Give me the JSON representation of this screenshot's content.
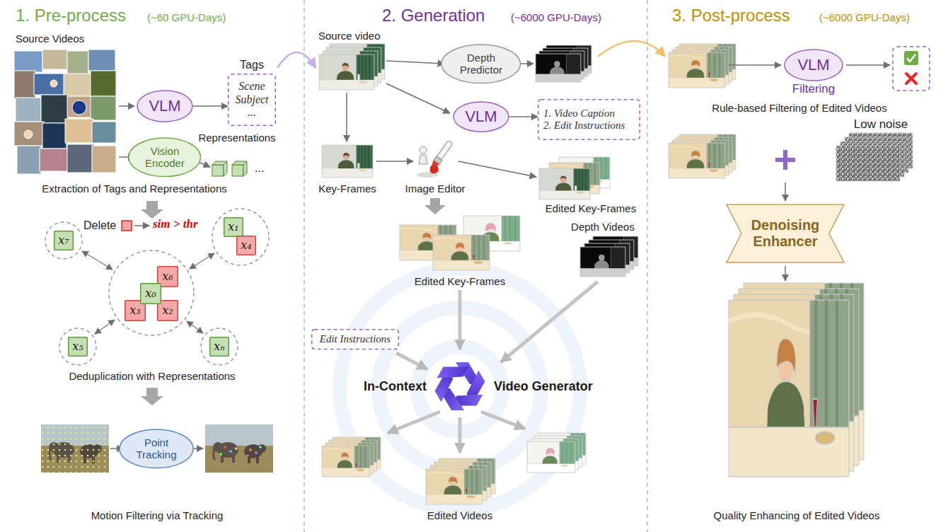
{
  "diagram": {
    "nodes": [
      {
        "text": [
          "VLM"
        ]
      },
      {
        "text": [
          "Tags",
          "Scene",
          "Subject",
          "..."
        ]
      },
      {
        "text": [
          "Vision Encoder"
        ]
      },
      {
        "text": [
          "x₇"
        ]
      },
      {
        "text": [
          "x₁"
        ]
      },
      {
        "text": [
          "x₄"
        ]
      },
      {
        "text": [
          "x₀"
        ]
      },
      {
        "text": [
          "x₆"
        ]
      },
      {
        "text": [
          "x₃"
        ]
      },
      {
        "text": [
          "x₂"
        ]
      },
      {
        "text": [
          "x₅"
        ]
      },
      {
        "text": [
          "xₙ"
        ]
      },
      {
        "text": [
          "Point Tracking"
        ]
      },
      {
        "text": [
          "Depth Predictor"
        ]
      },
      {
        "text": [
          "VLM"
        ]
      },
      {
        "text": [
          "1. Video Caption",
          "2. Edit Instructions"
        ]
      },
      {
        "text": [
          "Edit Instructions"
        ]
      },
      {
        "text": [
          "VLM",
          "Filtering"
        ]
      },
      {
        "text": [
          "Denoising Enhancer"
        ]
      }
    ],
    "edges": [
      {
        "from": 0,
        "to": 1,
        "arrow": "to"
      },
      {
        "from": 14,
        "to": 15,
        "arrow": "to"
      }
    ],
    "labels": [
      "1. Pre-process",
      "(~60 GPU-Days)",
      "Source Videos",
      "Representations",
      "...",
      "Extraction of Tags and Representations",
      "Delete",
      "sim > thr",
      "Deduplication with Representations",
      "Motion Filtering via Tracking",
      "2. Generation",
      "(~6000 GPU-Days)",
      "Source video",
      "Key-Frames",
      "Image Editor",
      "Edited Key-Frames",
      "Edited Key-Frames",
      "Depth Videos",
      "In-Context",
      "Video Generator",
      "Edited Videos",
      "3. Post-process",
      "(~6000 GPU-Days)",
      "Rule-based Filtering of Edited Videos",
      "Low noise",
      "Quality Enhancing of Edited Videos"
    ]
  }
}
